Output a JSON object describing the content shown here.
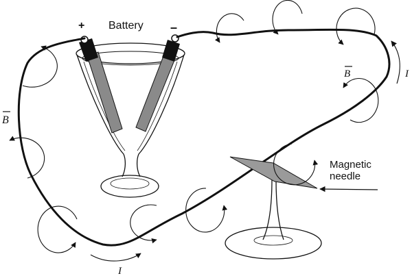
{
  "labels": {
    "battery": "Battery",
    "plus": "+",
    "minus": "–",
    "field_left": "B",
    "field_right": "B",
    "current_right": "I",
    "current_bottom": "I",
    "needle_line1": "Magnetic",
    "needle_line2": "needle"
  },
  "colors": {
    "ink": "#111111",
    "electrode": "#8a8a8a",
    "needle": "#9a9a9a",
    "background": "#ffffff"
  }
}
